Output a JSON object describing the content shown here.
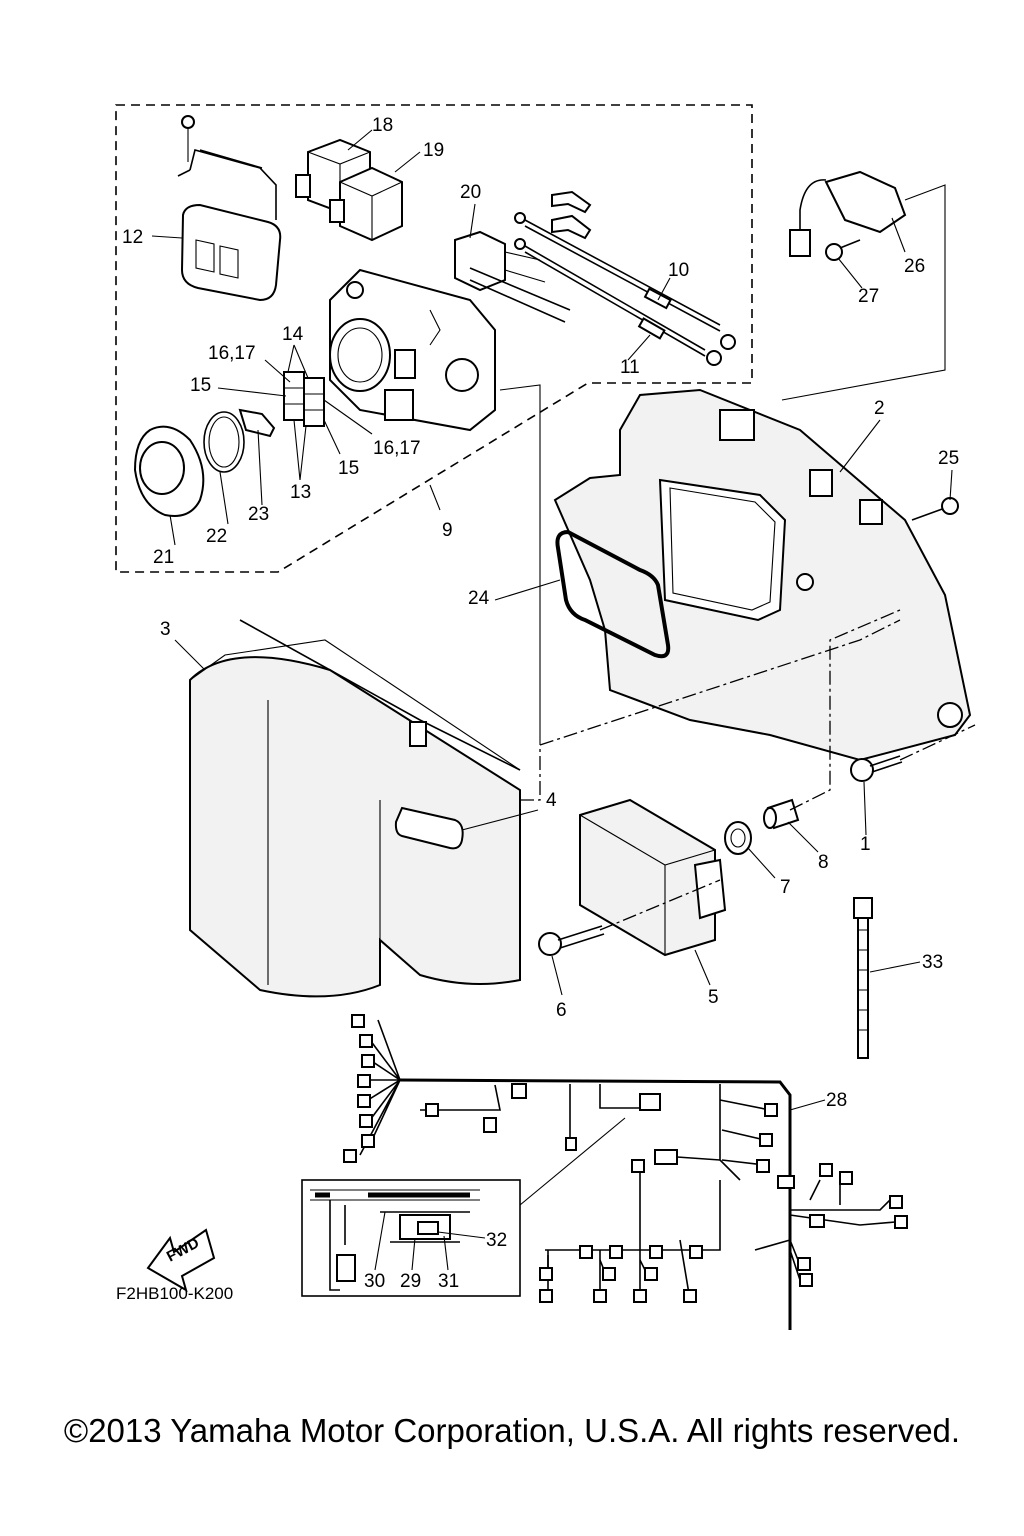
{
  "callouts": {
    "c1": "1",
    "c2": "2",
    "c3": "3",
    "c4": "4",
    "c5": "5",
    "c6": "6",
    "c7": "7",
    "c8": "8",
    "c9": "9",
    "c10": "10",
    "c11": "11",
    "c12": "12",
    "c13": "13",
    "c14": "14",
    "c15a": "15",
    "c15b": "15",
    "c1617a": "16,17",
    "c1617b": "16,17",
    "c18": "18",
    "c19": "19",
    "c20": "20",
    "c21": "21",
    "c22": "22",
    "c23": "23",
    "c24": "24",
    "c25": "25",
    "c26": "26",
    "c27": "27",
    "c28": "28",
    "c29": "29",
    "c30": "30",
    "c31": "31",
    "c32": "32",
    "c33": "33"
  },
  "fwd_label": "FWD",
  "diagram_code": "F2HB100-K200",
  "copyright": "©2013 Yamaha Motor Corporation, U.S.A. All rights reserved."
}
